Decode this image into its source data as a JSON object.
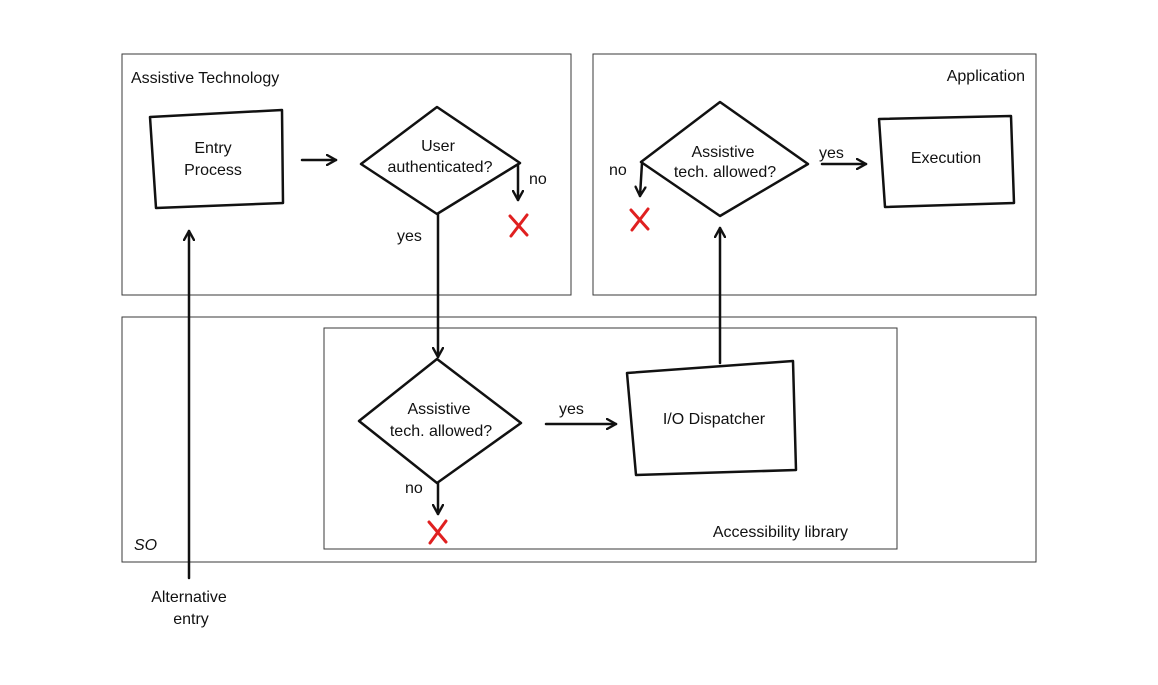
{
  "colors": {
    "stroke": "#111111",
    "frame": "#3a3a3a",
    "reject_mark": "#e02020",
    "background": "#ffffff"
  },
  "containers": {
    "assistive_technology": "Assistive Technology",
    "application": "Application",
    "so": "SO",
    "accessibility_library": "Accessibility library"
  },
  "nodes": {
    "entry_process": [
      "Entry",
      "Process"
    ],
    "user_authenticated": [
      "User",
      "authenticated?"
    ],
    "at_allowed_library": [
      "Assistive",
      "tech. allowed?"
    ],
    "io_dispatcher": "I/O Dispatcher",
    "at_allowed_application": [
      "Assistive",
      "tech. allowed?"
    ],
    "execution": "Execution",
    "alternative_entry": [
      "Alternative",
      "entry"
    ]
  },
  "edge_labels": {
    "auth_yes": "yes",
    "auth_no": "no",
    "library_yes": "yes",
    "library_no": "no",
    "application_yes": "yes",
    "application_no": "no"
  },
  "icons": {
    "reject": "red-x-icon"
  }
}
